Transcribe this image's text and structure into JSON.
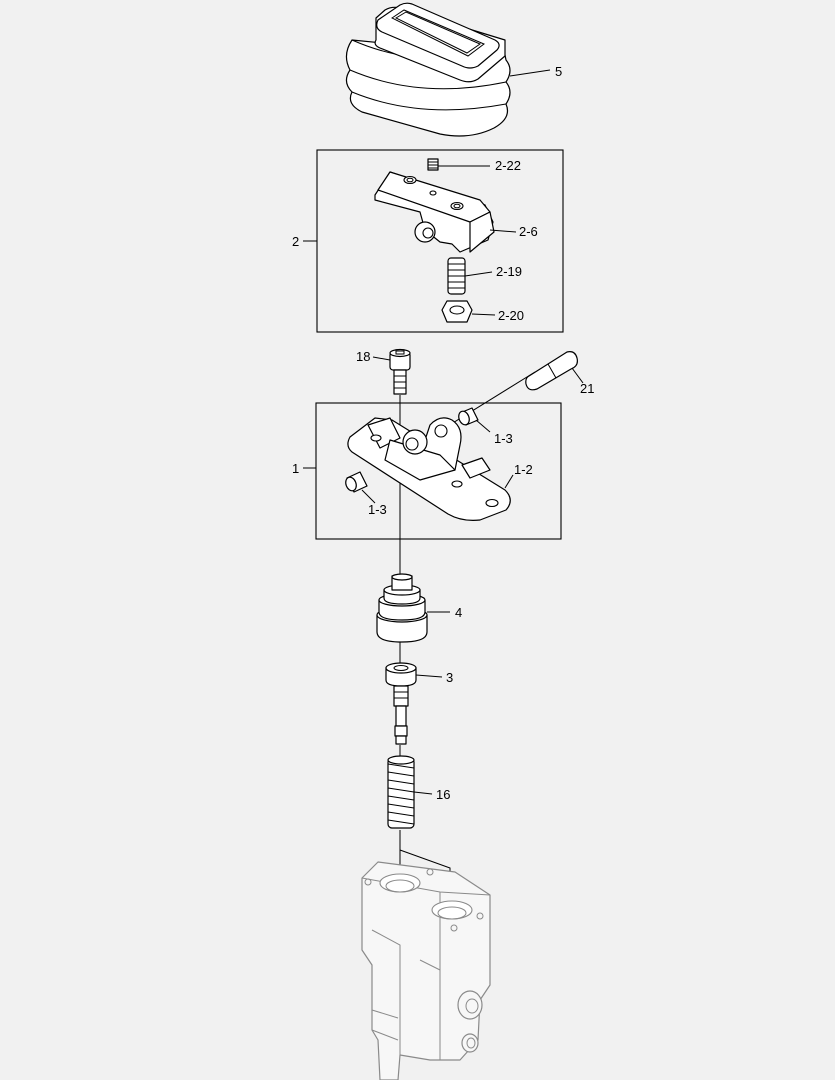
{
  "callouts": {
    "p5": "5",
    "p2_22": "2-22",
    "p2_6": "2-6",
    "p2": "2",
    "p2_19": "2-19",
    "p2_20": "2-20",
    "p18": "18",
    "p21": "21",
    "p1_3a": "1-3",
    "p1": "1",
    "p1_2": "1-2",
    "p1_3b": "1-3",
    "p4": "4",
    "p3": "3",
    "p16": "16"
  }
}
